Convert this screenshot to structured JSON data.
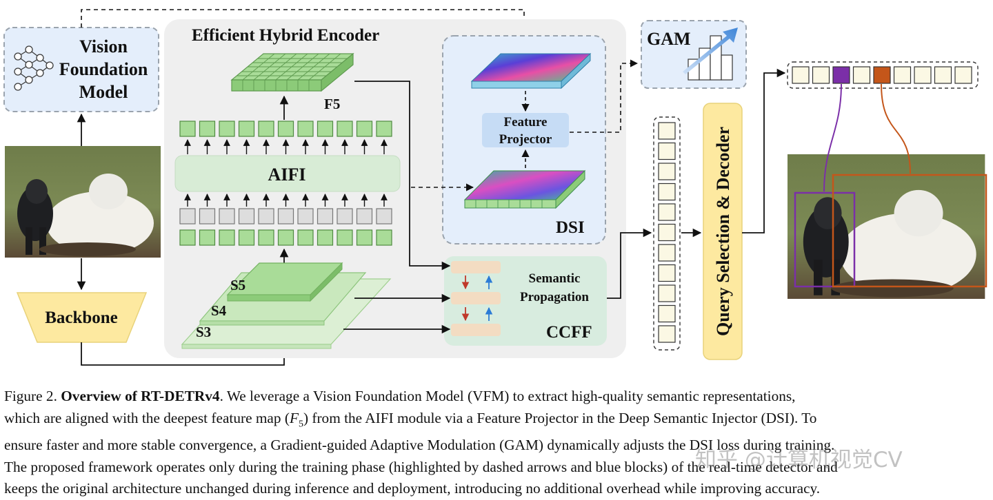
{
  "diagram": {
    "vfm": {
      "line1": "Vision",
      "line2": "Foundation",
      "line3": "Model",
      "icon": "neural-network-icon"
    },
    "backbone": "Backbone",
    "encoder_title": "Efficient Hybrid Encoder",
    "aifi": "AIFI",
    "f5": "F5",
    "scales": [
      "S5",
      "S4",
      "S3"
    ],
    "dsi": "DSI",
    "feature_projector": {
      "line1": "Feature",
      "line2": "Projector"
    },
    "gam": "GAM",
    "ccff": "CCFF",
    "semantic_propagation": {
      "line1": "Semantic",
      "line2": "Propagation"
    },
    "decoder": "Query Selection & Decoder",
    "colors": {
      "green": "#a9dc98",
      "cyan_panel": "#e4eefb",
      "gam_purple": "#7b2fa8",
      "gam_orange": "#c4561a",
      "yellow": "#fde9a0"
    }
  },
  "caption": {
    "fig_label": "Figure 2.",
    "title": "Overview of RT-DETRv4",
    "l1": ". We leverage a Vision Foundation Model (VFM) to extract high-quality semantic representations,",
    "l2a": "which are aligned with the deepest feature map (",
    "f": "F",
    "sub": "5",
    "l2b": ") from the AIFI module via a Feature Projector in the Deep Semantic Injector (DSI). To",
    "l3": "ensure faster and more stable convergence, a Gradient-guided Adaptive Modulation (GAM) dynamically adjusts the DSI loss during training.",
    "l4": "The proposed framework operates only during the training phase (highlighted by dashed arrows and blue blocks) of the real-time detector and",
    "l5": "keeps the original architecture unchanged during inference and deployment, introducing no additional overhead while improving accuracy."
  },
  "watermark": "知乎 @计算机视觉CV"
}
